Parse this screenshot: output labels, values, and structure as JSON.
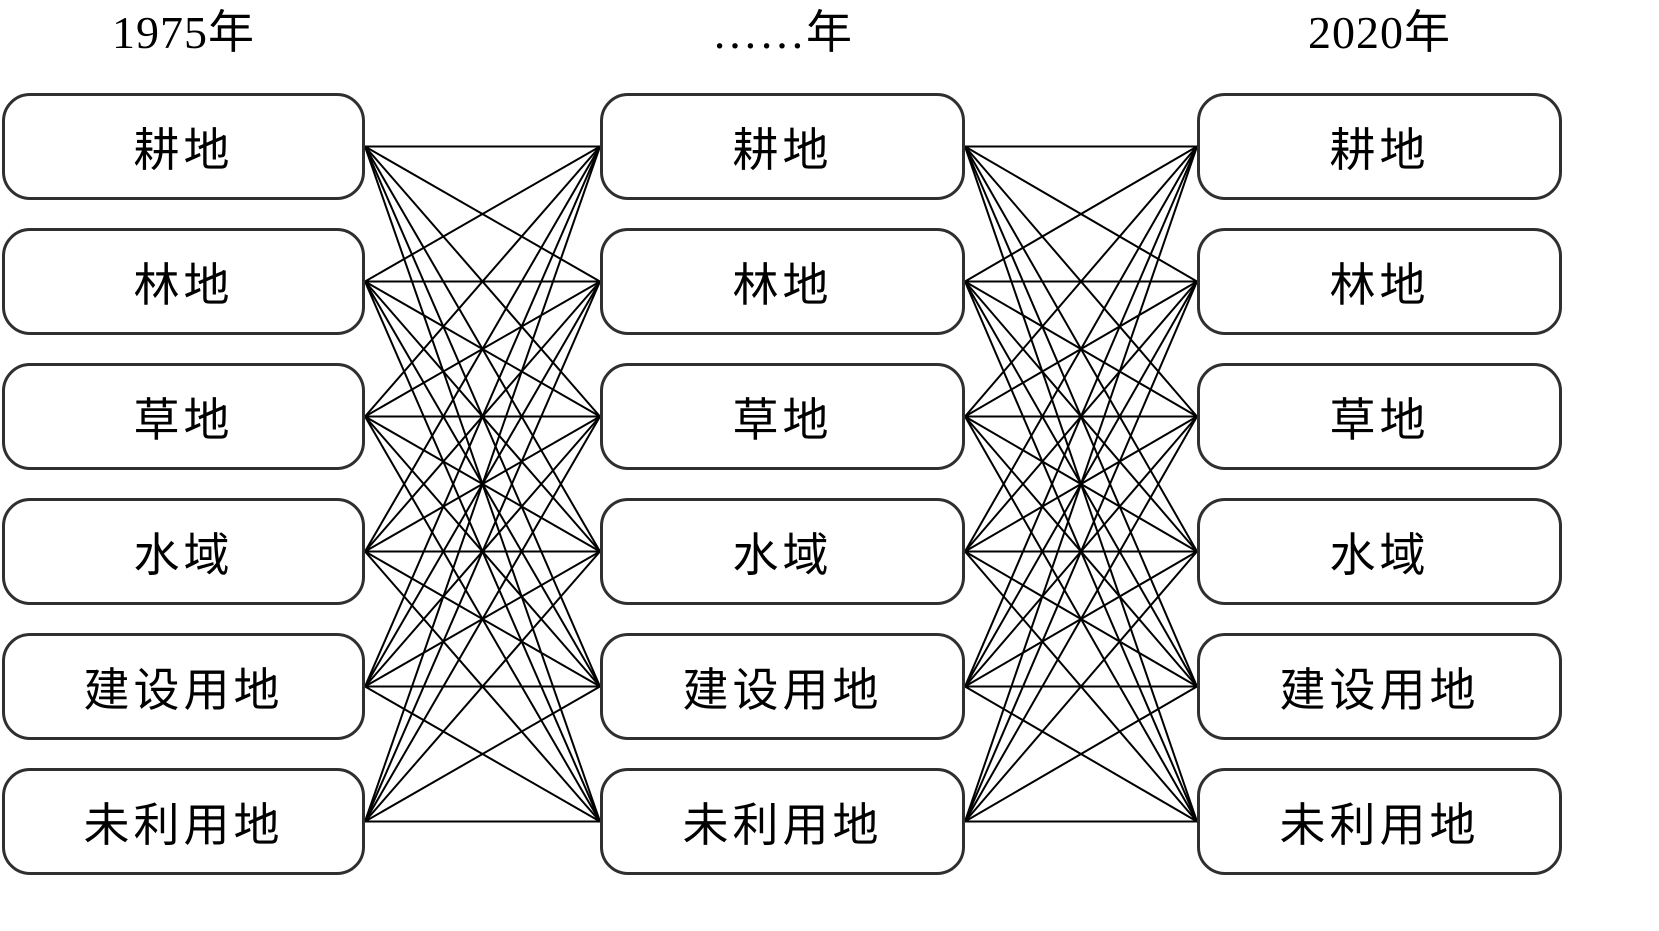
{
  "diagram": {
    "title_row": {
      "start_year": "1975年",
      "middle_year": "……年",
      "end_year": "2020年"
    },
    "columns": [
      {
        "header": "1975年",
        "nodes": [
          "耕地",
          "林地",
          "草地",
          "水域",
          "建设用地",
          "未利用地"
        ]
      },
      {
        "header": "……年",
        "nodes": [
          "耕地",
          "林地",
          "草地",
          "水域",
          "建设用地",
          "未利用地"
        ]
      },
      {
        "header": "2020年",
        "nodes": [
          "耕地",
          "林地",
          "草地",
          "水域",
          "建设用地",
          "未利用地"
        ]
      }
    ],
    "connections": {
      "type": "complete-bipartite-between-adjacent-columns",
      "pairs": [
        [
          0,
          1
        ],
        [
          1,
          2
        ]
      ],
      "lines_per_pair": 36
    },
    "colors": {
      "line": "#000000",
      "box_border": "#2f2f2f",
      "box_fill": "#ffffff",
      "text": "#000000",
      "background": "#ffffff"
    }
  }
}
